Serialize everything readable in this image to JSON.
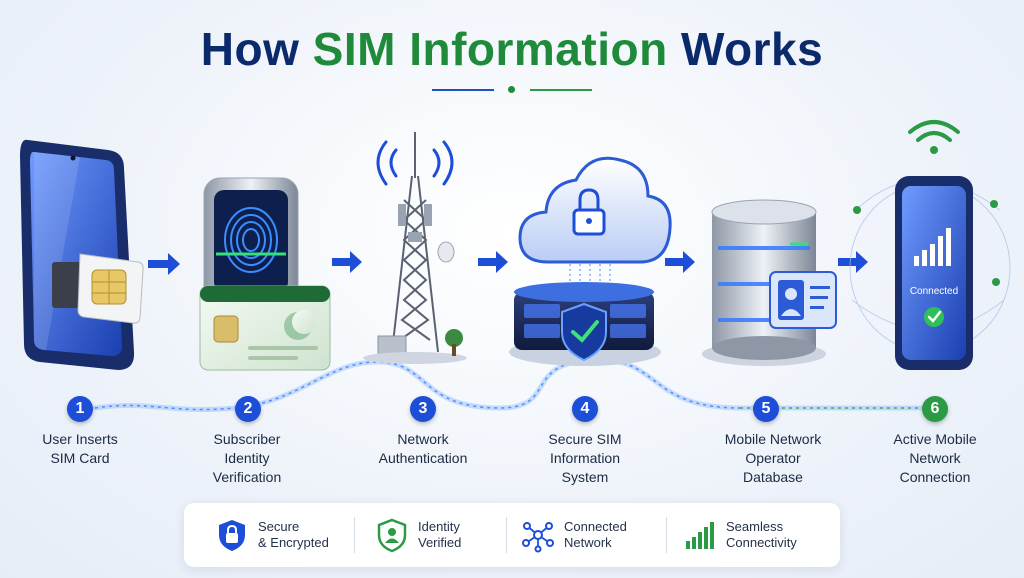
{
  "title": {
    "part1": "How ",
    "part2": "SIM Information",
    "part3": " Works"
  },
  "colors": {
    "navy": "#0b2a6b",
    "green": "#1f8a3a",
    "blue": "#1d4ed8"
  },
  "steps": [
    {
      "number": "1",
      "label": "User Inserts\nSIM Card",
      "icon": "phone-sim-icon"
    },
    {
      "number": "2",
      "label": "Subscriber\nIdentity\nVerification",
      "icon": "fingerprint-id-card-icon"
    },
    {
      "number": "3",
      "label": "Network\nAuthentication",
      "icon": "cell-tower-icon"
    },
    {
      "number": "4",
      "label": "Secure SIM\nInformation\nSystem",
      "icon": "cloud-lock-server-icon"
    },
    {
      "number": "5",
      "label": "Mobile Network\nOperator\nDatabase",
      "icon": "database-icon"
    },
    {
      "number": "6",
      "label": "Active Mobile\nNetwork\nConnection",
      "icon": "connected-phone-icon"
    }
  ],
  "phone_status": "Connected",
  "features": [
    {
      "label": "Secure\n& Encrypted",
      "icon": "shield-lock-icon"
    },
    {
      "label": "Identity\nVerified",
      "icon": "shield-user-icon"
    },
    {
      "label": "Connected\nNetwork",
      "icon": "network-nodes-icon"
    },
    {
      "label": "Seamless\nConnectivity",
      "icon": "signal-bars-icon"
    }
  ]
}
